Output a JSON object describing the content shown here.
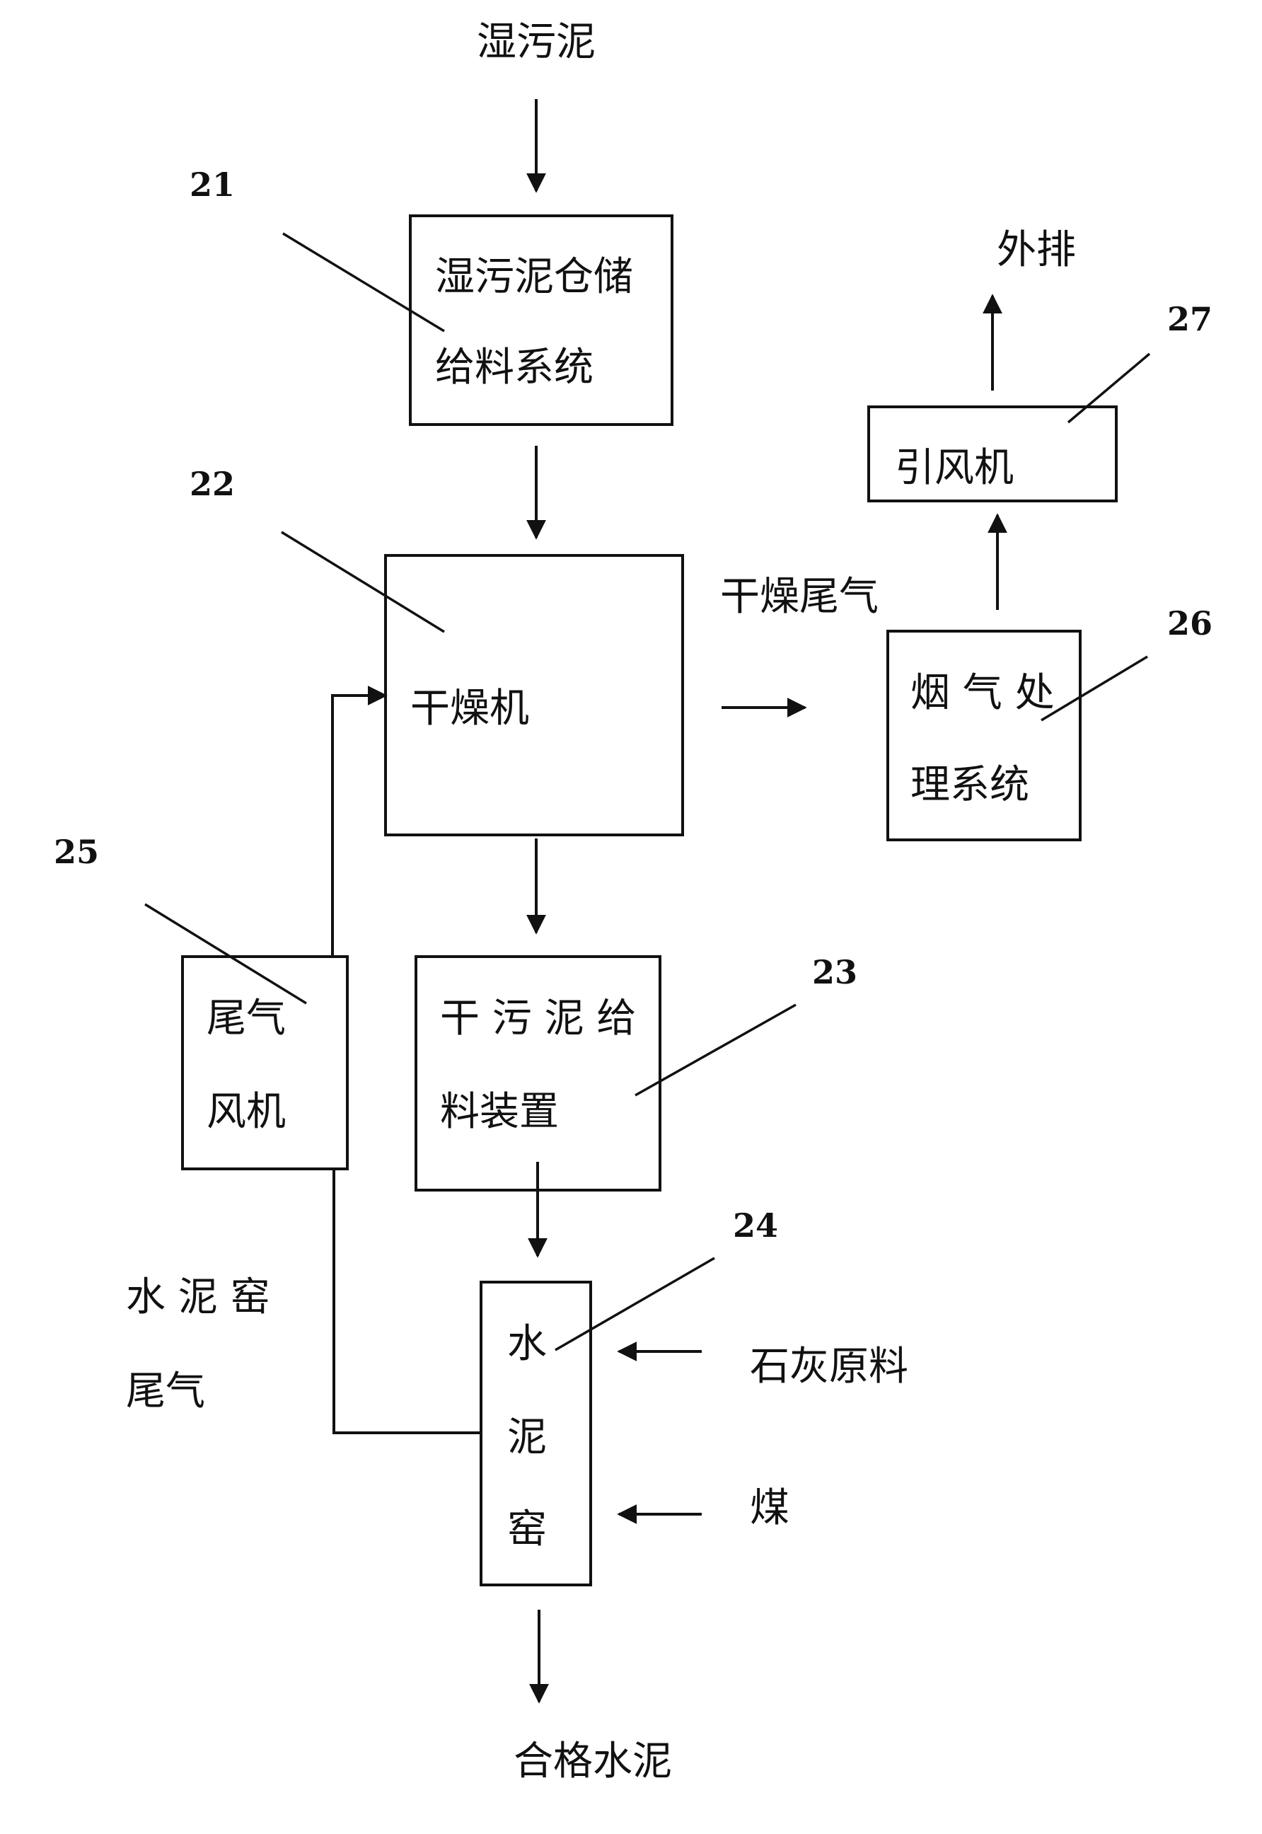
{
  "inputs": {
    "wet_sludge": "湿污泥",
    "limestone_raw": "石灰原料",
    "coal": "煤"
  },
  "outputs": {
    "discharge": "外排",
    "qualified_cement": "合格水泥"
  },
  "flows": {
    "drying_exhaust": "干燥尾气",
    "kiln_exhaust_line1": "水 泥 窑",
    "kiln_exhaust_line2": "尾气"
  },
  "components": {
    "storage_feed": {
      "ref": "21",
      "line1": "湿污泥仓储",
      "line2": "给料系统"
    },
    "dryer": {
      "ref": "22",
      "line1": "干燥机"
    },
    "dry_feed": {
      "ref": "23",
      "line1": "干 污 泥 给",
      "line2": "料装置"
    },
    "kiln": {
      "ref": "24",
      "chars": [
        "水",
        "泥",
        "窑"
      ]
    },
    "exhaust_fan": {
      "ref": "25",
      "line1": "尾气",
      "line2": "风机"
    },
    "flue_gas": {
      "ref": "26",
      "line1": "烟 气 处",
      "line2": "理系统"
    },
    "induced_fan": {
      "ref": "27",
      "line1": "引风机"
    }
  }
}
